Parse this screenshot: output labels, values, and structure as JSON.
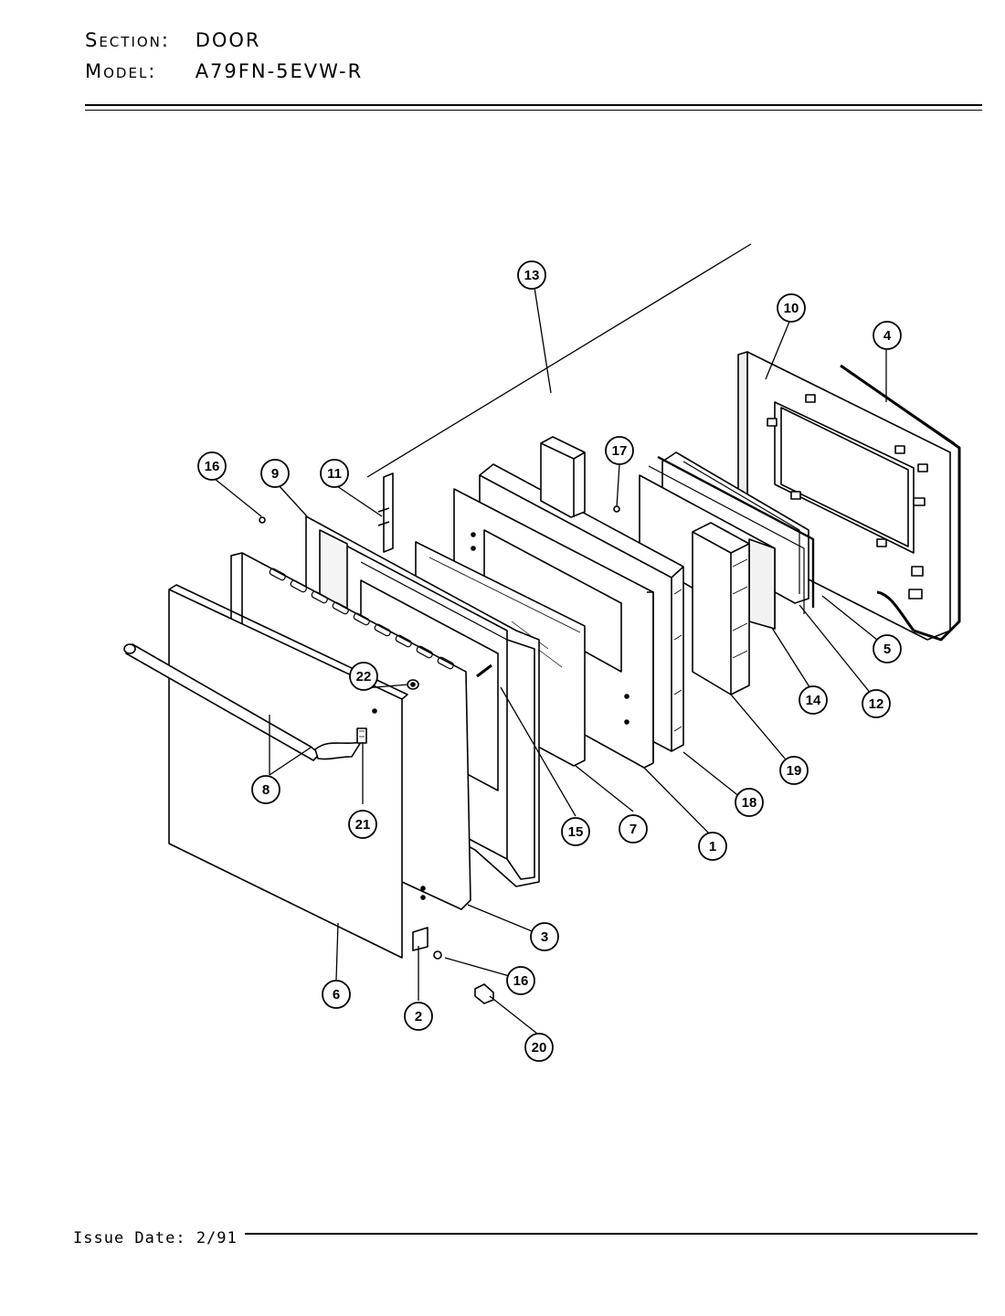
{
  "header": {
    "section_label": "Section:",
    "section_value": "DOOR",
    "model_label": "Model:",
    "model_value": "A79FN-5EVW-R"
  },
  "footer": {
    "issue_date": "Issue Date: 2/91"
  },
  "callouts": {
    "c1": "1",
    "c2": "2",
    "c3": "3",
    "c4": "4",
    "c5": "5",
    "c6": "6",
    "c7": "7",
    "c8": "8",
    "c9": "9",
    "c10": "10",
    "c11": "11",
    "c12": "12",
    "c13": "13",
    "c14": "14",
    "c15": "15",
    "c16a": "16",
    "c16b": "16",
    "c17": "17",
    "c18": "18",
    "c19": "19",
    "c20": "20",
    "c21": "21",
    "c22": "22"
  }
}
